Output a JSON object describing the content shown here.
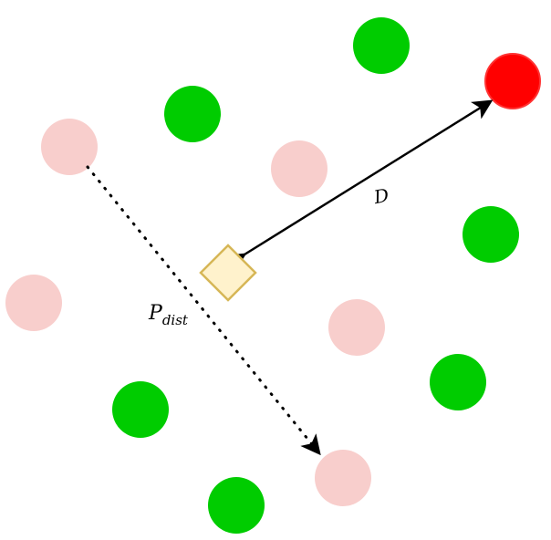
{
  "colors": {
    "green": "#00cc00",
    "pink": "#f8cecc",
    "red": "#ff0000",
    "red_stroke": "#ff3333",
    "diamond_fill": "#fff2cc",
    "diamond_stroke": "#d6b656",
    "arrow": "#000000"
  },
  "labels": {
    "distance": "D",
    "probe_main": "P",
    "probe_sub": "dist"
  }
}
